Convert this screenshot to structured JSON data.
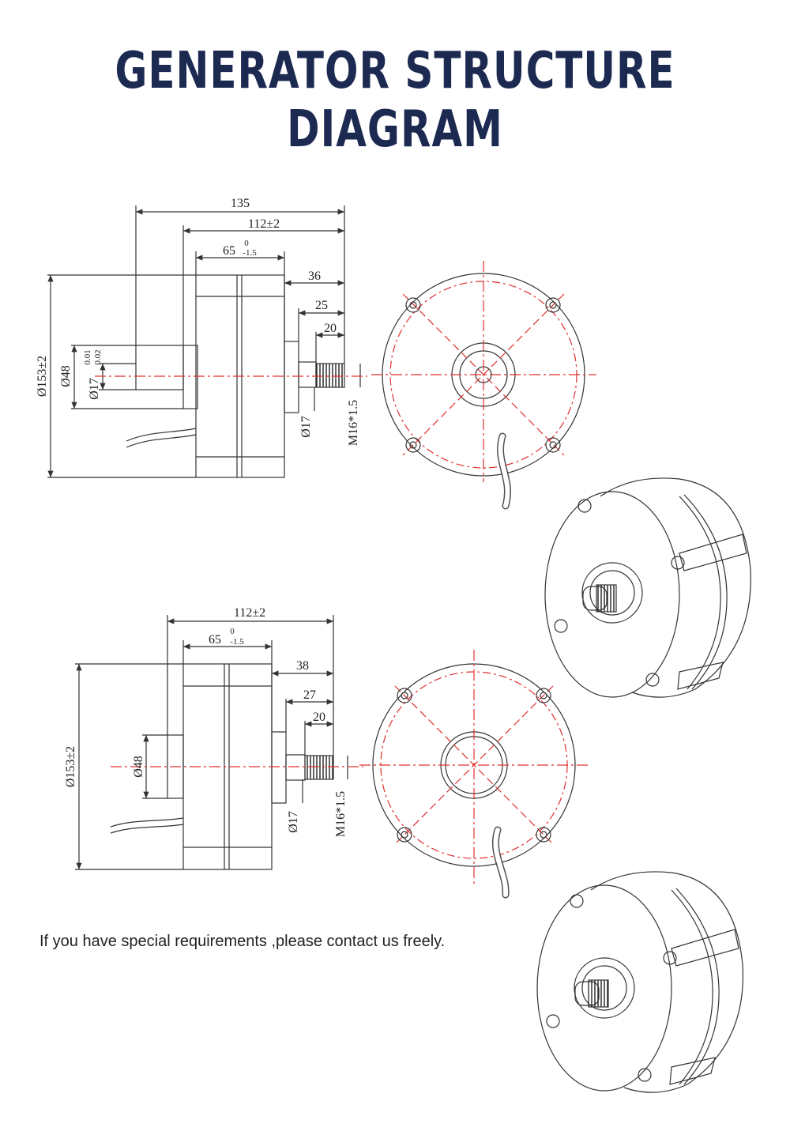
{
  "title": "GENERATOR STRUCTURE DIAGRAM",
  "note": "If you have special requirements ,please contact us freely.",
  "colors": {
    "title": "#1c2a52",
    "line": "#333333",
    "centerline": "#e03030"
  },
  "drawing_top": {
    "d_135": "135",
    "d_112": "112±2",
    "d_65": "65",
    "d_65_upper": "0",
    "d_65_lower": "-1.5",
    "d_36": "36",
    "d_25": "25",
    "d_20": "20",
    "d_153": "Ø153±2",
    "d_48": "Ø48",
    "d_17": "Ø17",
    "d_17_upper": "0.01",
    "d_17_lower": "0.02",
    "d_17b": "Ø17",
    "d_m16": "M16*1.5"
  },
  "drawing_bottom": {
    "d_112": "112±2",
    "d_65": "65",
    "d_65_upper": "0",
    "d_65_lower": "-1.5",
    "d_38": "38",
    "d_27": "27",
    "d_20": "20",
    "d_153": "Ø153±2",
    "d_48": "Ø48",
    "d_17": "Ø17",
    "d_m16": "M16*1.5"
  }
}
